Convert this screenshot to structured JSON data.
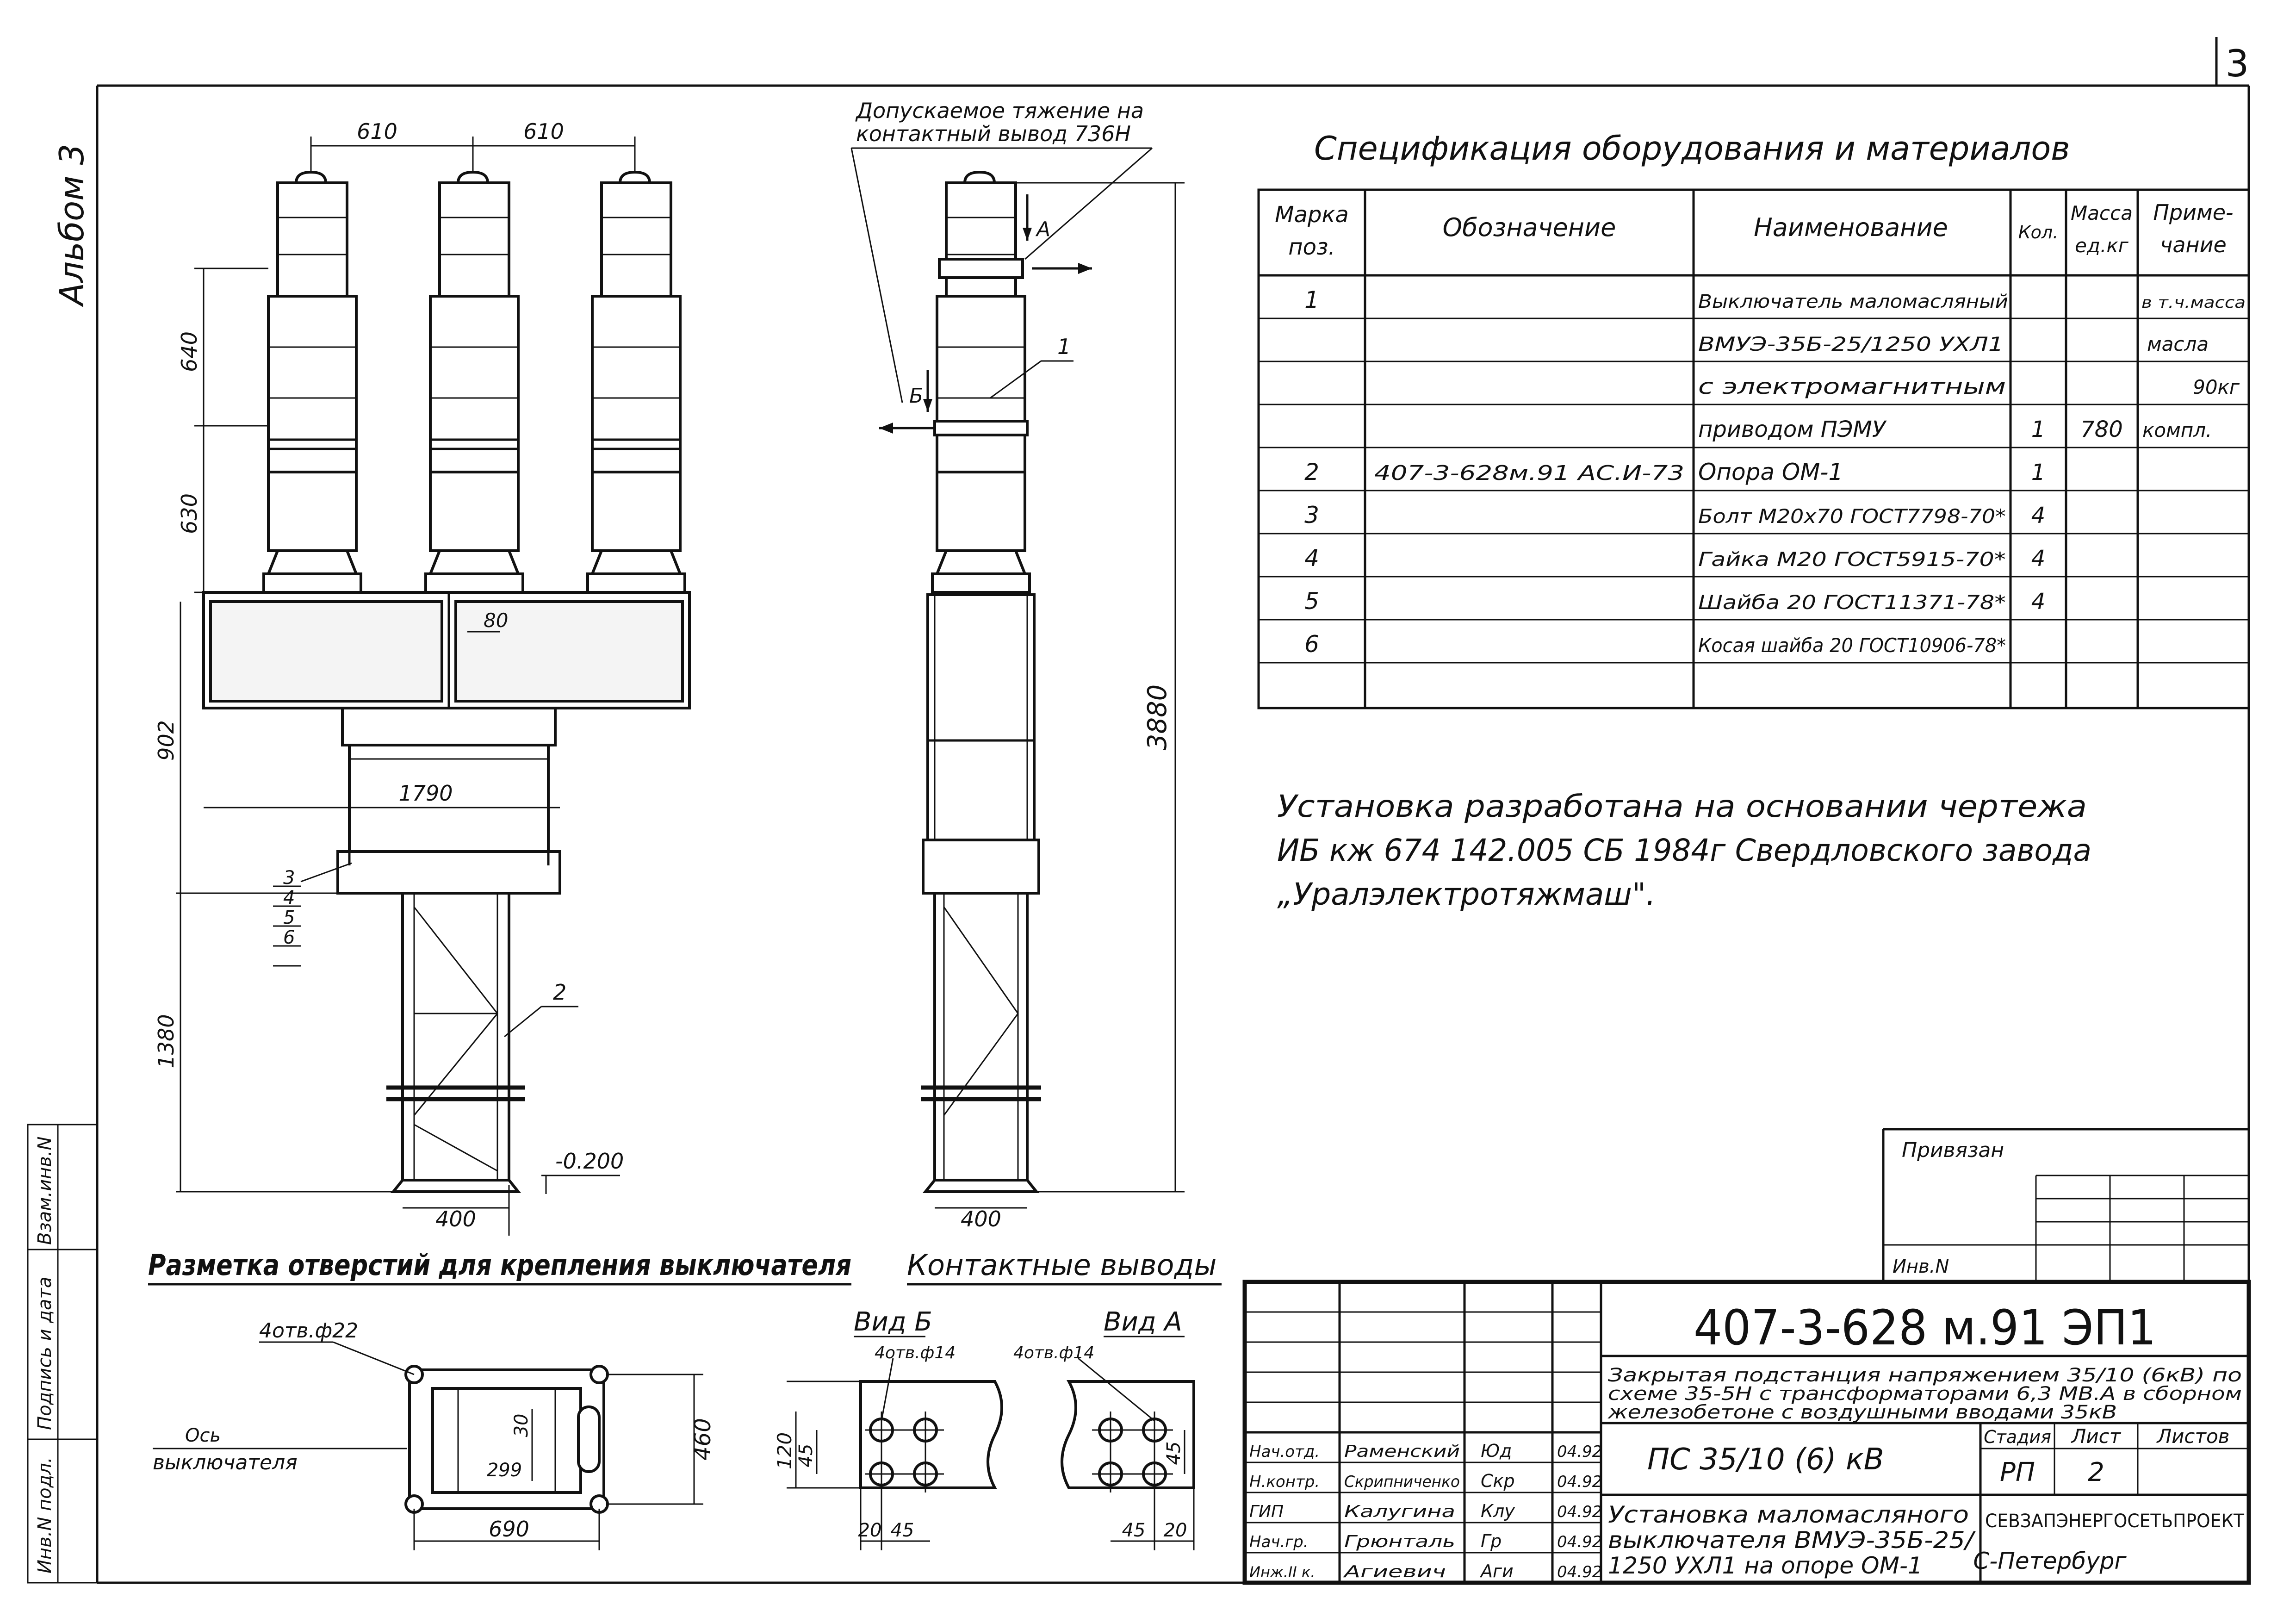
{
  "sheet_number": "3",
  "album_label": "Альбом 3",
  "spec": {
    "title": "Спецификация оборудования и материалов",
    "headers": {
      "mark": [
        "Марка",
        "поз."
      ],
      "designation": "Обозначение",
      "name": "Наименование",
      "qty": "Кол.",
      "mass": [
        "Масса",
        "ед.кг"
      ],
      "note": [
        "Приме-",
        "чание"
      ]
    },
    "rows": [
      {
        "mark": "1",
        "designation": "",
        "name": "Выключатель маломасляный",
        "qty": "",
        "mass": "",
        "note": "в т.ч.масса"
      },
      {
        "mark": "",
        "designation": "",
        "name": "ВМУЭ-35Б-25/1250 УХЛ1",
        "qty": "",
        "mass": "",
        "note": "масла"
      },
      {
        "mark": "",
        "designation": "",
        "name": "с электромагнитным",
        "qty": "",
        "mass": "",
        "note": "90кг"
      },
      {
        "mark": "",
        "designation": "",
        "name": "приводом ПЭМУ",
        "qty": "1",
        "mass": "780",
        "note": "компл."
      },
      {
        "mark": "2",
        "designation": "407-3-628м.91 АС.И-73",
        "name": "Опора ОМ-1",
        "qty": "1",
        "mass": "",
        "note": ""
      },
      {
        "mark": "3",
        "designation": "",
        "name": "Болт М20х70 ГОСТ7798-70*",
        "qty": "4",
        "mass": "",
        "note": ""
      },
      {
        "mark": "4",
        "designation": "",
        "name": "Гайка М20 ГОСТ5915-70*",
        "qty": "4",
        "mass": "",
        "note": ""
      },
      {
        "mark": "5",
        "designation": "",
        "name": "Шайба 20 ГОСТ11371-78*",
        "qty": "4",
        "mass": "",
        "note": ""
      },
      {
        "mark": "6",
        "designation": "",
        "name": "Косая шайба 20 ГОСТ10906-78*",
        "qty": "",
        "mass": "",
        "note": ""
      },
      {
        "mark": "",
        "designation": "",
        "name": "",
        "qty": "",
        "mass": "",
        "note": ""
      }
    ]
  },
  "note_text": [
    "Установка разработана на основании чертежа",
    "ИБ кж 674 142.005 СБ 1984г Свердловского завода",
    "„Уралэлектротяжмаш\"."
  ],
  "front_view": {
    "dims": {
      "spacing_left": "610",
      "spacing_right": "610",
      "h_640": "640",
      "h_630": "630",
      "h_80": "80",
      "h_902": "902",
      "w_1790": "1790",
      "h_1380": "1380",
      "w_400": "400",
      "level": "-0.200"
    },
    "callouts": [
      "3",
      "4",
      "5",
      "6"
    ],
    "support_callout": "2"
  },
  "side_view": {
    "tension_note": [
      "Допускаемое тяжение на",
      "контактный вывод 736Н"
    ],
    "arrow_a": "А",
    "arrow_b": "Б",
    "callout_1": "1",
    "height_dim": "3880",
    "base_dim": "400"
  },
  "holes": {
    "title": "Разметка отверстий для крепления выключателя",
    "hole_label": "4отв.ф22",
    "axis_label": [
      "Ось",
      "выключателя"
    ],
    "dim_30": "30",
    "dim_299": "299",
    "dim_460": "460",
    "dim_690": "690"
  },
  "contacts": {
    "title": "Контактные выводы",
    "view_b": "Вид Б",
    "view_a": "Вид А",
    "hole_b": "4отв.ф14",
    "hole_a": "4отв.ф14",
    "dim_120": "120",
    "dim_45_left": "45",
    "dim_20_left": "20",
    "dim_45_bottom_left": "45",
    "dim_45_right": "45",
    "dim_45_bottom_right": "45",
    "dim_20_right": "20"
  },
  "privyazan": {
    "label": "Привязан",
    "inv_label": "Инв.N"
  },
  "stamp": {
    "code": "407-3-628 м.91 ЭП1",
    "description": [
      "Закрытая подстанция напряжением 35/10 (6кВ) по",
      "схеме 35-5Н с трансформаторами 6,3 МВ.А в сборном",
      "железобетоне с воздушными вводами 35кВ"
    ],
    "object": "ПС 35/10 (6) кВ",
    "sheet_title": [
      "Установка маломасляного",
      "выключателя ВМУЭ-35Б-25/",
      "1250 УХЛ1 на опоре ОМ-1"
    ],
    "stage_header": "Стадия",
    "sheet_header": "Лист",
    "sheets_header": "Листов",
    "stage": "РП",
    "sheet": "2",
    "organization": "СЕВЗАПЭНЕРГОСЕТЬПРОЕКТ",
    "city": "С-Петербург",
    "signers": [
      {
        "role": "Нач.отд.",
        "name": "Раменский",
        "sign": "Юд",
        "date": "04.92"
      },
      {
        "role": "Н.контр.",
        "name": "Скрипниченко",
        "sign": "Скр",
        "date": "04.92"
      },
      {
        "role": "ГИП",
        "name": "Калугина",
        "sign": "Клу",
        "date": "04.92"
      },
      {
        "role": "Нач.гр.",
        "name": "Грюнталь",
        "sign": "Гр",
        "date": "04.92"
      },
      {
        "role": "Инж.II к.",
        "name": "Агиевич",
        "sign": "Аги",
        "date": "04.92"
      }
    ]
  },
  "side_stamp": {
    "cells": [
      "Взам.инв.N",
      "Подпись и дата",
      "Инв.N подл."
    ]
  }
}
